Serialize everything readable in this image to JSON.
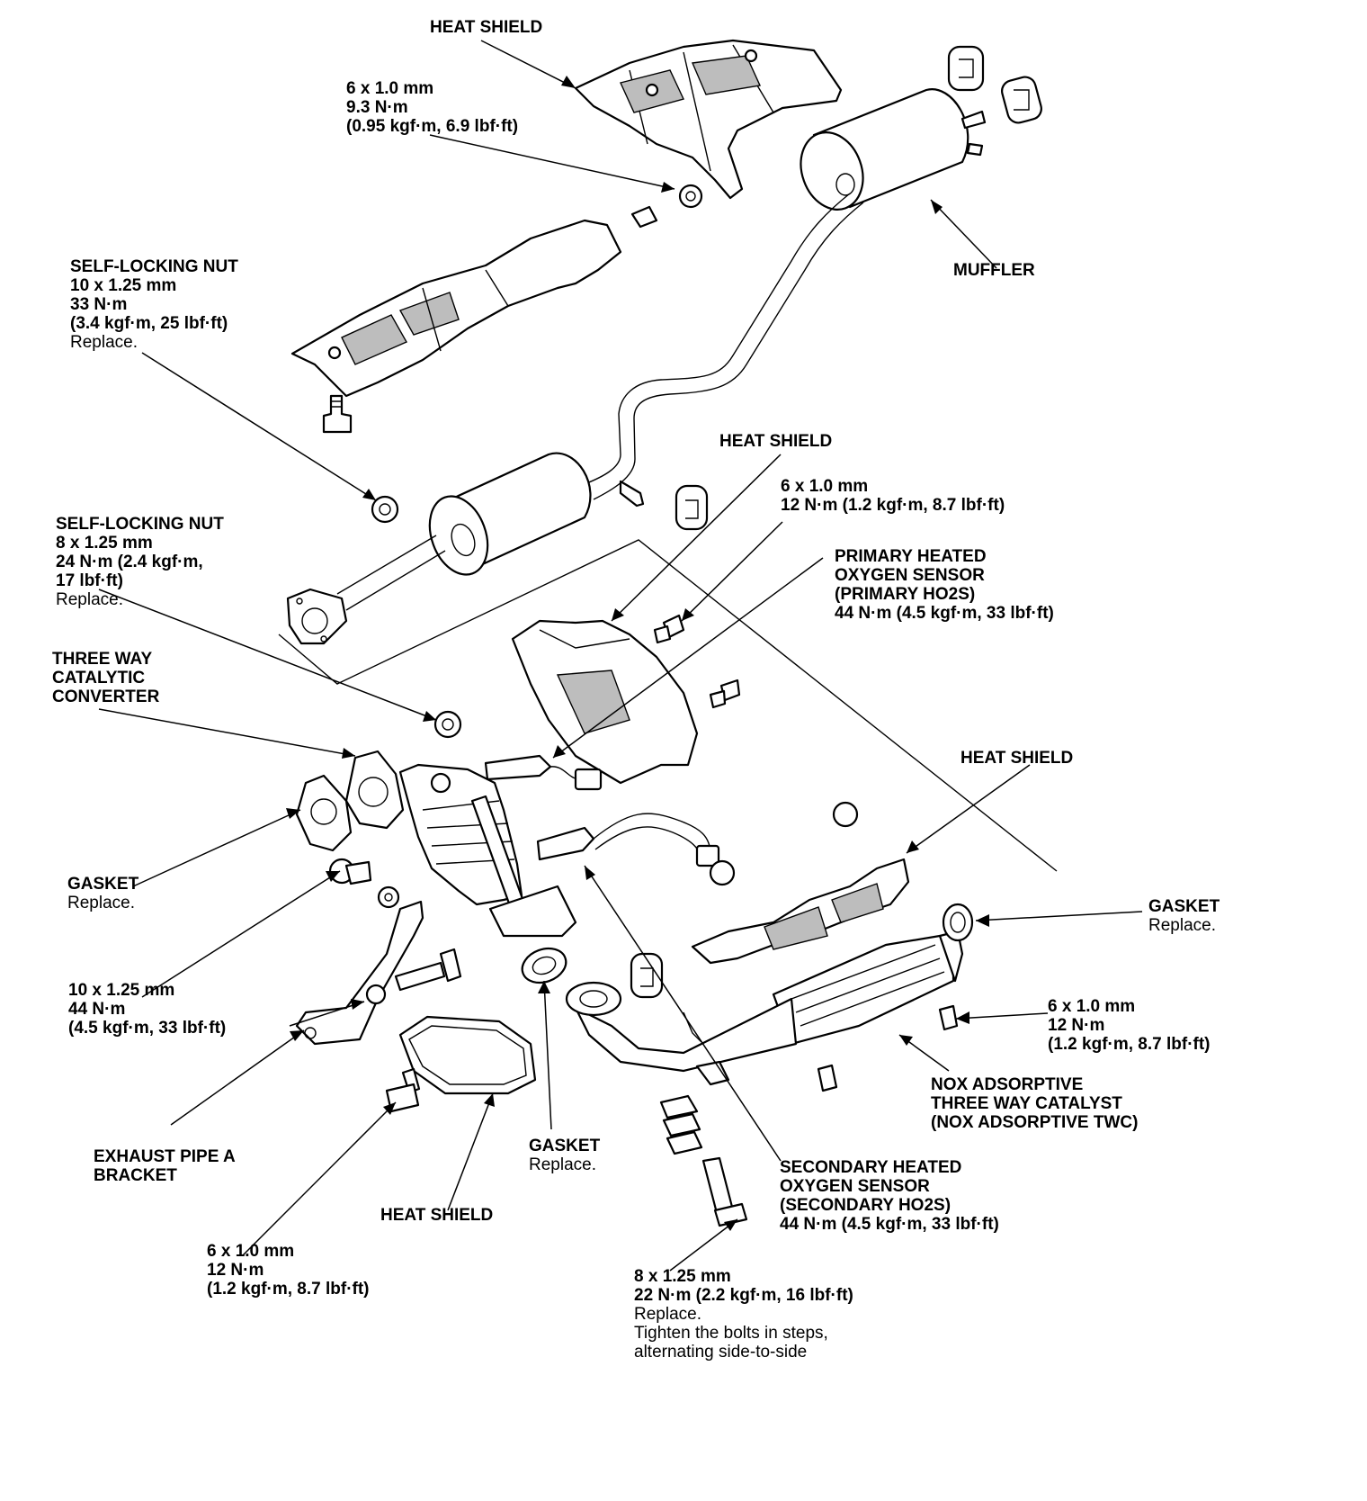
{
  "labels": {
    "heat_shield_top": [
      "HEAT SHIELD"
    ],
    "bolt_top": [
      "6 x 1.0 mm",
      "9.3 N·m",
      "(0.95 kgf·m, 6.9 lbf·ft)"
    ],
    "muffler": [
      "MUFFLER"
    ],
    "nut_10": [
      "SELF-LOCKING NUT",
      "10 x 1.25 mm",
      "33 N·m",
      "(3.4 kgf·m, 25 lbf·ft)",
      "Replace."
    ],
    "heat_shield_mid": [
      "HEAT SHIELD"
    ],
    "bolt_mid": [
      "6 x 1.0 mm",
      "12 N·m (1.2 kgf·m, 8.7 lbf·ft)"
    ],
    "nut_8": [
      "SELF-LOCKING NUT",
      "8 x 1.25 mm",
      "24 N·m (2.4 kgf·m,",
      "17 lbf·ft)",
      "Replace."
    ],
    "primary_sensor": [
      "PRIMARY HEATED",
      "OXYGEN SENSOR",
      "(PRIMARY HO2S)",
      "44 N·m (4.5 kgf·m, 33 lbf·ft)"
    ],
    "three_way": [
      "THREE WAY",
      "CATALYTIC",
      "CONVERTER"
    ],
    "heat_shield_right": [
      "HEAT SHIELD"
    ],
    "gasket_left": [
      "GASKET",
      "Replace."
    ],
    "gasket_right": [
      "GASKET",
      "Replace."
    ],
    "bolt_10_44": [
      "10 x 1.25 mm",
      "44 N·m",
      "(4.5 kgf·m, 33 lbf·ft)"
    ],
    "bolt_right": [
      "6 x 1.0 mm",
      "12 N·m",
      "(1.2 kgf·m, 8.7 lbf·ft)"
    ],
    "nox": [
      "NOX ADSORPTIVE",
      "THREE WAY CATALYST",
      "(NOX ADSORPTIVE TWC)"
    ],
    "bracket": [
      "EXHAUST PIPE A",
      "BRACKET"
    ],
    "gasket_bottom": [
      "GASKET",
      "Replace."
    ],
    "heat_shield_bottom": [
      "HEAT SHIELD"
    ],
    "secondary_sensor": [
      "SECONDARY HEATED",
      "OXYGEN SENSOR",
      "(SECONDARY HO2S)",
      "44 N·m (4.5 kgf·m,  33 lbf·ft)"
    ],
    "bolt_bottom": [
      "6 x 1.0 mm",
      "12 N·m",
      "(1.2 kgf·m, 8.7 lbf·ft)"
    ],
    "bolt_spring": [
      "8 x 1.25 mm",
      "22 N·m (2.2 kgf·m, 16 lbf·ft)",
      "Replace.",
      "Tighten the bolts in steps,",
      "alternating side-to-side"
    ]
  }
}
